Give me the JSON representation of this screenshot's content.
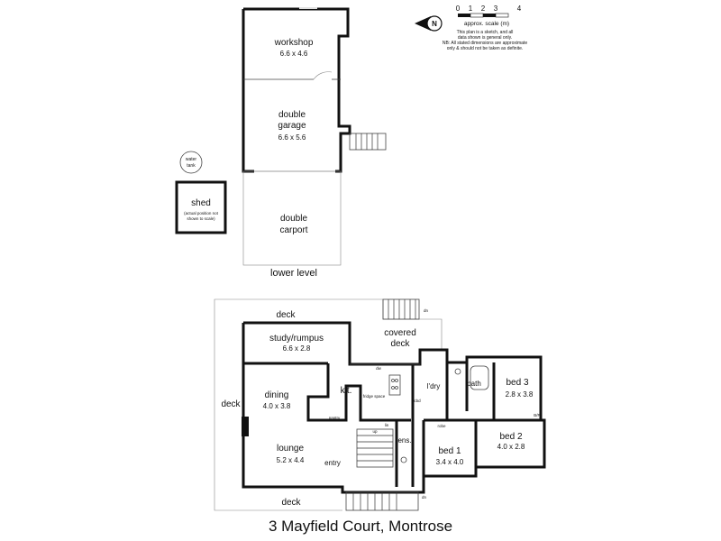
{
  "lower_level": {
    "label": "lower level",
    "rooms": {
      "workshop": {
        "name": "workshop",
        "dims": "6.6 x 4.6"
      },
      "garage": {
        "name_line1": "double",
        "name_line2": "garage",
        "dims": "6.6 x 5.6"
      },
      "carport": {
        "name_line1": "double",
        "name_line2": "carport"
      },
      "shed": {
        "name": "shed",
        "note_line1": "(actual position not",
        "note_line2": "shown to scale)"
      },
      "water_tank": {
        "line1": "water",
        "line2": "tank"
      }
    }
  },
  "upper_level": {
    "rooms": {
      "deck_top": "deck",
      "deck_left": "deck",
      "deck_bottom": "deck",
      "study": {
        "name": "study/rumpus",
        "dims": "6.6 x 2.8"
      },
      "covered_deck": {
        "line1": "covered",
        "line2": "deck"
      },
      "dining": {
        "name": "dining",
        "dims": "4.0 x 3.8"
      },
      "kitchen": "kit.",
      "pantry": "pantry",
      "fridge": "fridge space",
      "dw": "dw",
      "laundry": "l'dry",
      "bath": "bath",
      "bed3": {
        "name": "bed 3",
        "dims": "2.8 x 3.8"
      },
      "bed2": {
        "name": "bed 2",
        "dims": "4.0 x 2.8"
      },
      "bed1": {
        "name": "bed 1",
        "dims": "3.4 x 4.0"
      },
      "ensuite": "ens.",
      "lounge": {
        "name": "lounge",
        "dims": "5.2 x 4.4"
      },
      "entry": "entry",
      "linen": "lin",
      "robe": "robe",
      "cbd": "cbd",
      "br": "B/R",
      "dn": "dn",
      "up": "up"
    }
  },
  "legend": {
    "north_label": "N",
    "scale_ticks": [
      "0",
      "1",
      "2",
      "3",
      "4"
    ],
    "scale_label": "approx. scale (m)",
    "note_lines": [
      "This plan is a sketch, and all",
      "data shown is general only.",
      "NB: All stated dimensions are approximate",
      "only & should not be taken as definite."
    ]
  },
  "caption": "3 Mayfield Court, Montrose"
}
